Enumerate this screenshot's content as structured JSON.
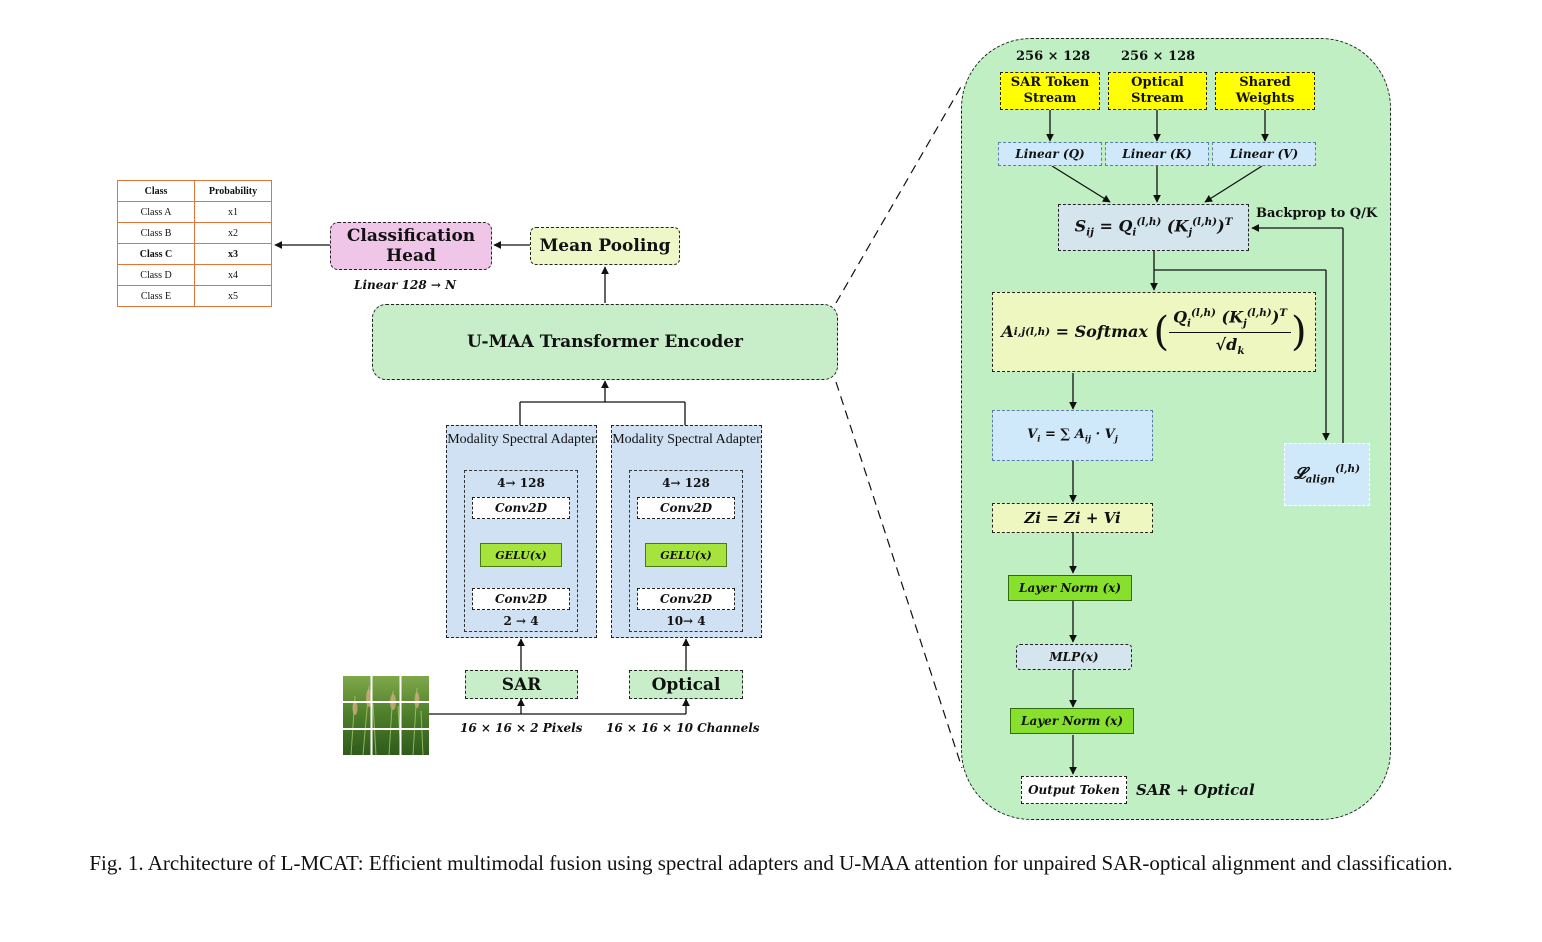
{
  "table": {
    "headers": [
      "Class",
      "Probability"
    ],
    "rows": [
      {
        "cls": "Class A",
        "prob": "x1"
      },
      {
        "cls": "Class B",
        "prob": "x2"
      },
      {
        "cls": "Class C",
        "prob": "x3"
      },
      {
        "cls": "Class D",
        "prob": "x4"
      },
      {
        "cls": "Class E",
        "prob": "x5"
      }
    ]
  },
  "left": {
    "classification_head": "Classification Head",
    "linear_label": "Linear 128 → N",
    "mean_pooling": "Mean Pooling",
    "encoder": "U-MAA Transformer Encoder",
    "adapter_title": "Modality Spectral Adapter",
    "sar_adapter": {
      "top": "4→ 128",
      "conv_top": "Conv2D",
      "gelu": "GELU(x)",
      "conv_bottom": "Conv2D",
      "bottom": "2 → 4"
    },
    "opt_adapter": {
      "top": "4→ 128",
      "conv_top": "Conv2D",
      "gelu": "GELU(x)",
      "conv_bottom": "Conv2D",
      "bottom": "10→ 4"
    },
    "sar": "SAR",
    "optical": "Optical",
    "sar_dims": "16 × 16 × 2 Pixels",
    "opt_dims": "16 × 16 × 10 Channels"
  },
  "right": {
    "dim1": "256 × 128",
    "dim2": "256 × 128",
    "sar_stream": "SAR Token Stream",
    "opt_stream": "Optical Stream",
    "shared": "Shared Weights",
    "lin_q": "Linear (Q)",
    "lin_k": "Linear (K)",
    "lin_v": "Linear (V)",
    "backprop": "Backprop to Q/K",
    "zi": "Zi = Zi + Vi",
    "ln1": "Layer Norm (x)",
    "mlp": "MLP(x)",
    "ln2": "Layer Norm (x)",
    "output": "Output Token",
    "output_note": "SAR + Optical"
  },
  "caption": "Fig. 1.   Architecture of L-MCAT: Efficient multimodal fusion using spectral adapters and U-MAA attention for unpaired SAR-optical alignment and classification."
}
